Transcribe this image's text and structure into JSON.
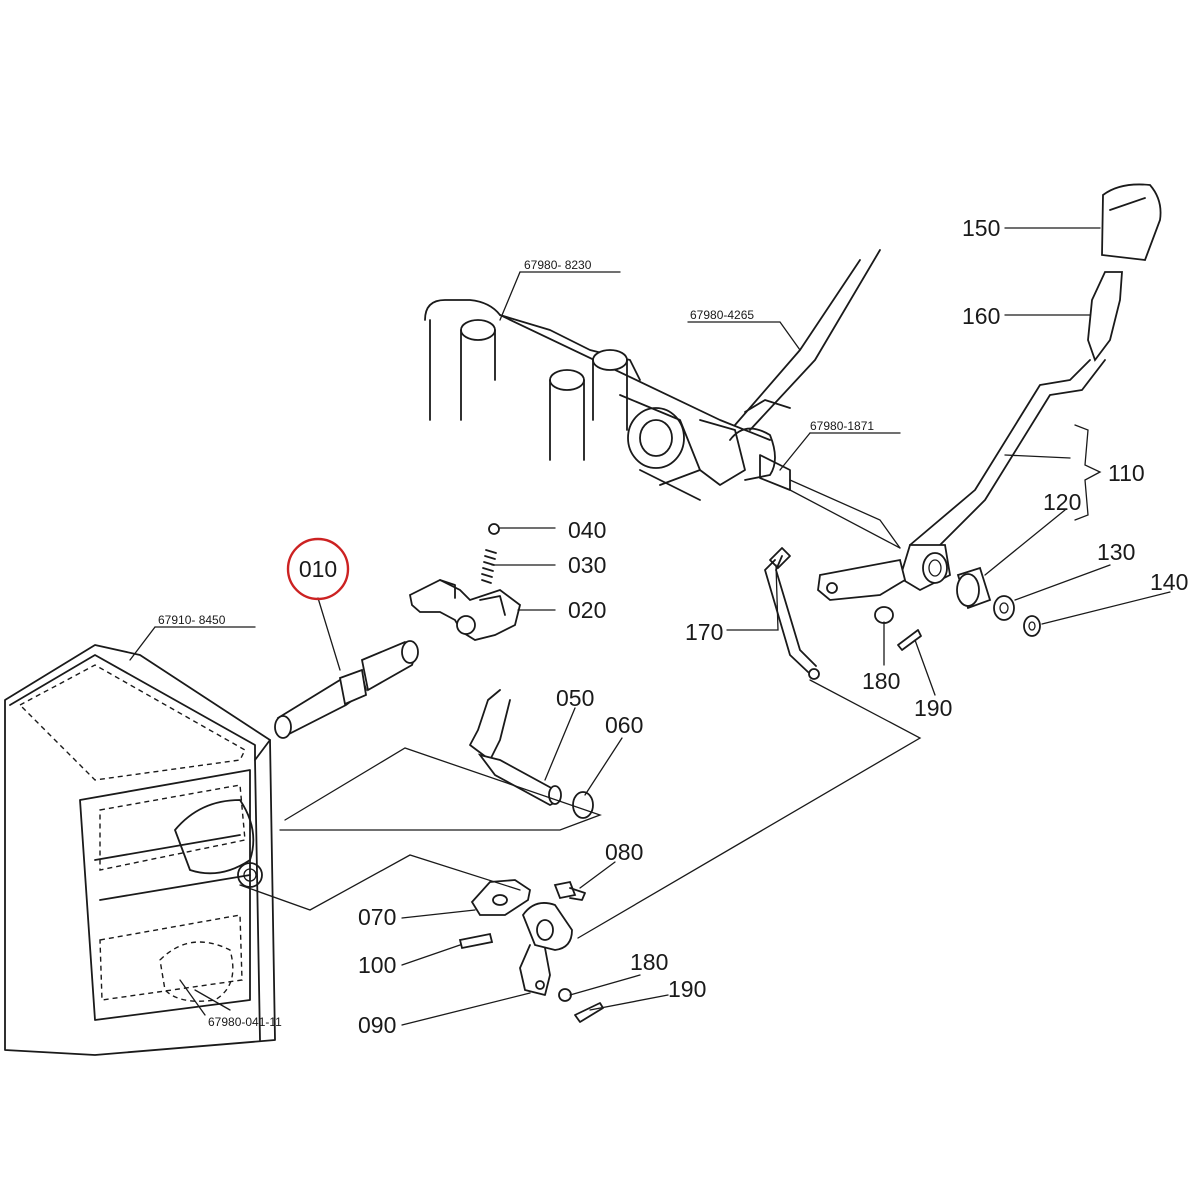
{
  "parts": {
    "p010": "010",
    "p020": "020",
    "p030": "030",
    "p040": "040",
    "p050": "050",
    "p060": "060",
    "p070": "070",
    "p080": "080",
    "p090": "090",
    "p100": "100",
    "p110": "110",
    "p120": "120",
    "p130": "130",
    "p140": "140",
    "p150": "150",
    "p160": "160",
    "p170": "170",
    "p180a": "180",
    "p190a": "190",
    "p180b": "180",
    "p190b": "190"
  },
  "references": {
    "r8230": "67980- 8230",
    "r4265": "67980-4265",
    "r1871": "67980-1871",
    "r8450": "67910- 8450",
    "r04111": "67980-041-11"
  },
  "highlighted_part": "010",
  "colors": {
    "highlight": "#cc2222",
    "ink": "#1a1a1a",
    "background": "#ffffff"
  }
}
